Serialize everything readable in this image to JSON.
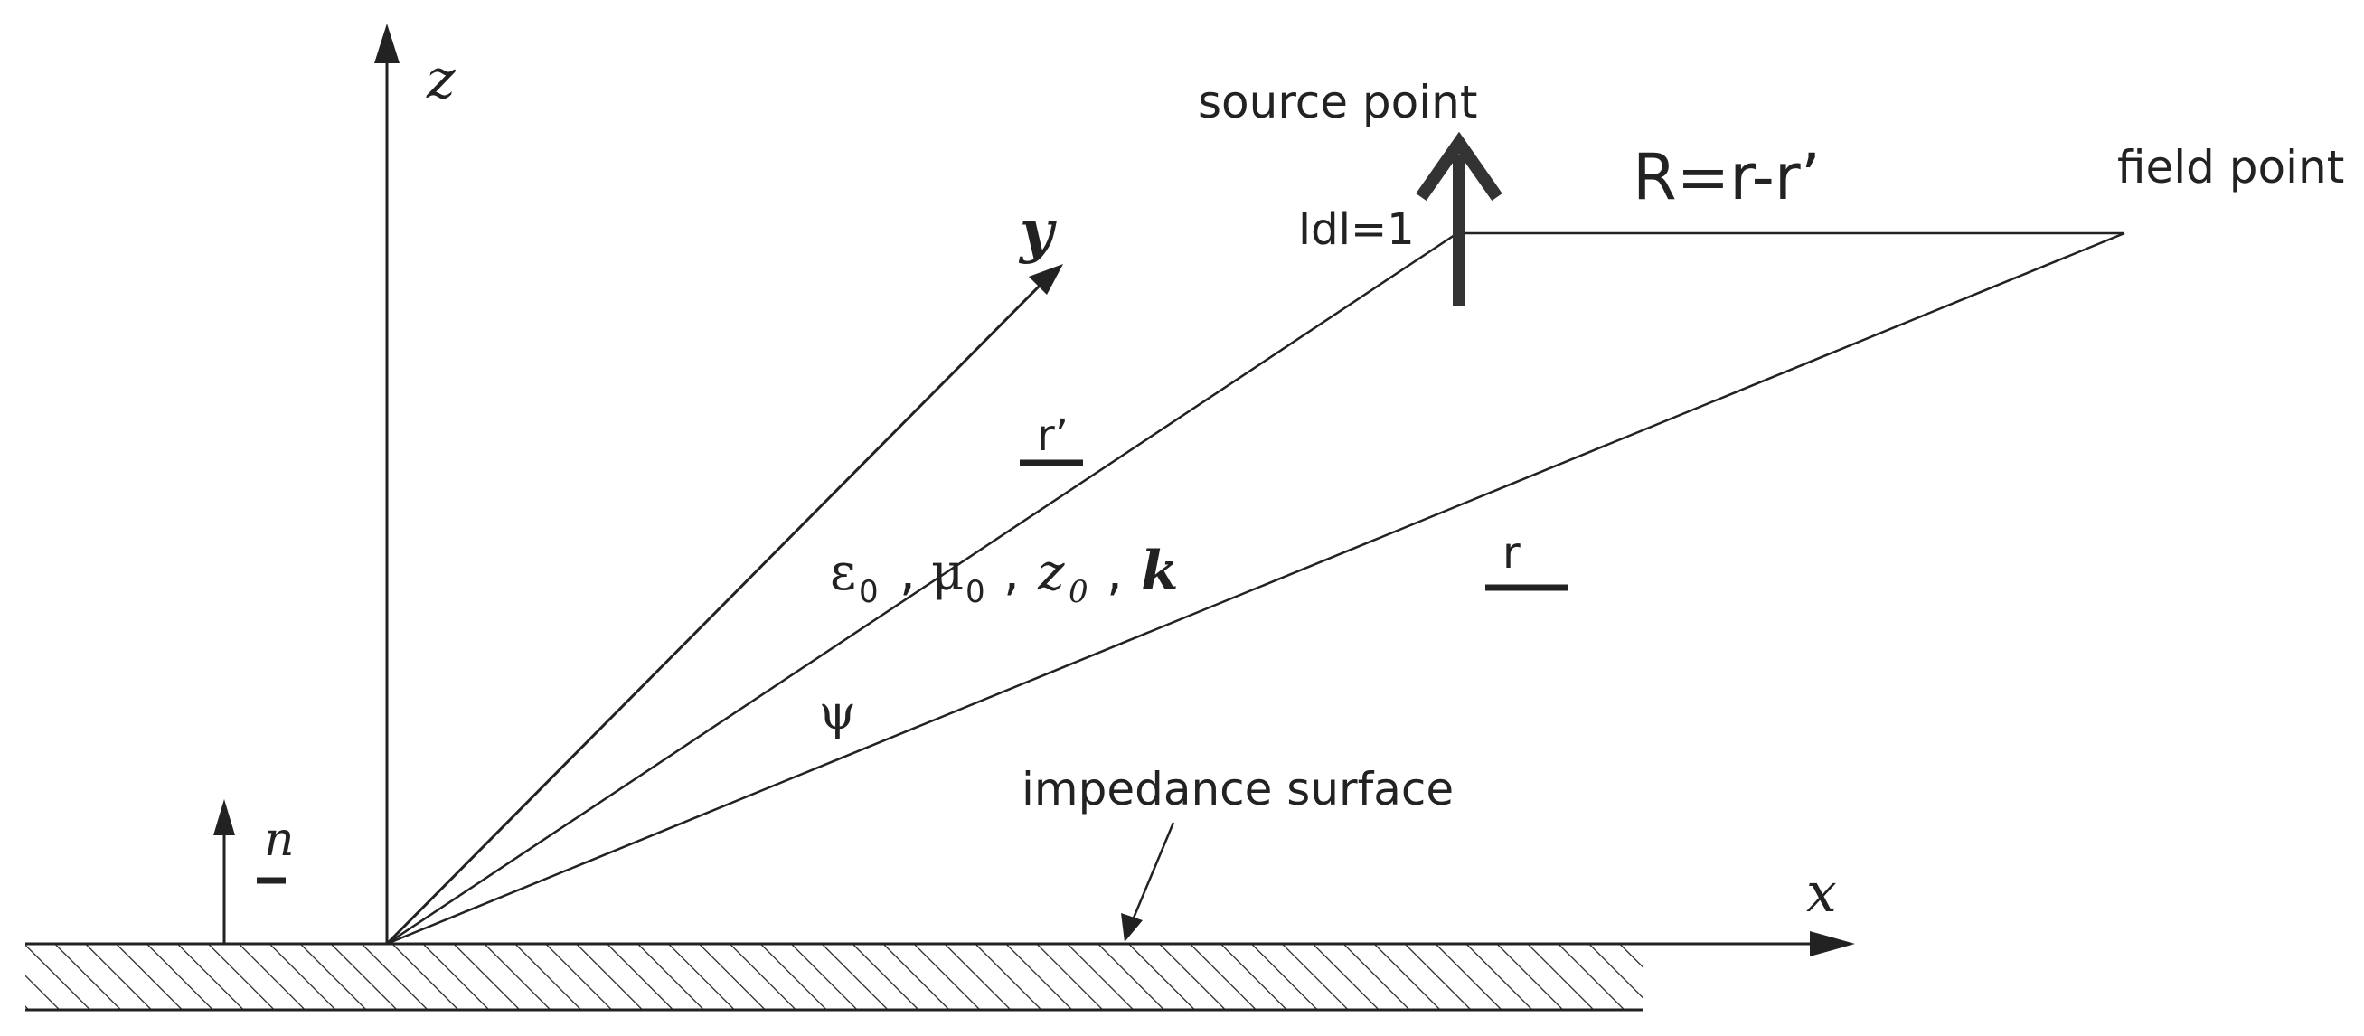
{
  "labels": {
    "z_axis": "z",
    "y_axis": "y",
    "x_axis": "x",
    "source_point": "source point",
    "field_point": "field point",
    "current": "Idl=1",
    "R_vector": "R=r-r’",
    "r_prime": "r’",
    "r": "r",
    "medium_eps": "ε",
    "medium_mu": "μ",
    "medium_z": "z",
    "medium_k": "k",
    "subscript_zero": "0",
    "comma": ",",
    "psi": "ψ",
    "n": "n",
    "impedance_surface": "impedance surface"
  },
  "colors": {
    "line": "#222222",
    "arrow_source": "#333333",
    "background": "#ffffff"
  }
}
